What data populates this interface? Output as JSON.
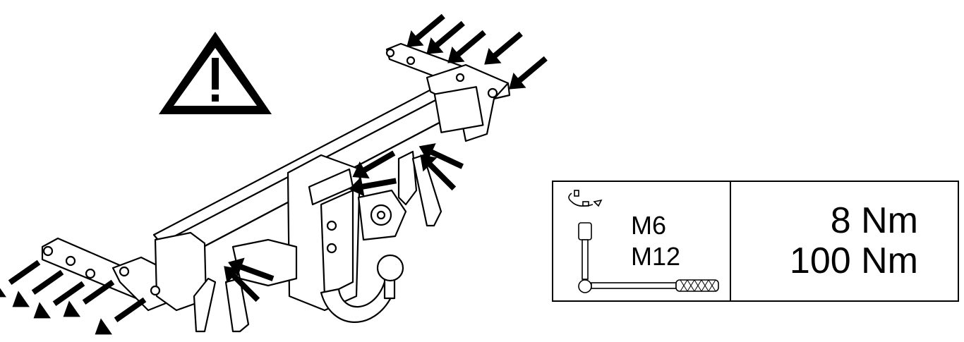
{
  "diagram": {
    "icons": {
      "warning": "warning-triangle-icon",
      "arrow": "pointer-arrow-icon",
      "wrench": "torque-wrench-icon",
      "rotate": "rotate-arrows-icon"
    },
    "colors": {
      "line": "#000000",
      "fill": "#ffffff"
    }
  },
  "torque_table": {
    "rows": [
      {
        "thread": "M6",
        "torque": "8 Nm"
      },
      {
        "thread": "M12",
        "torque": "100 Nm"
      }
    ]
  }
}
